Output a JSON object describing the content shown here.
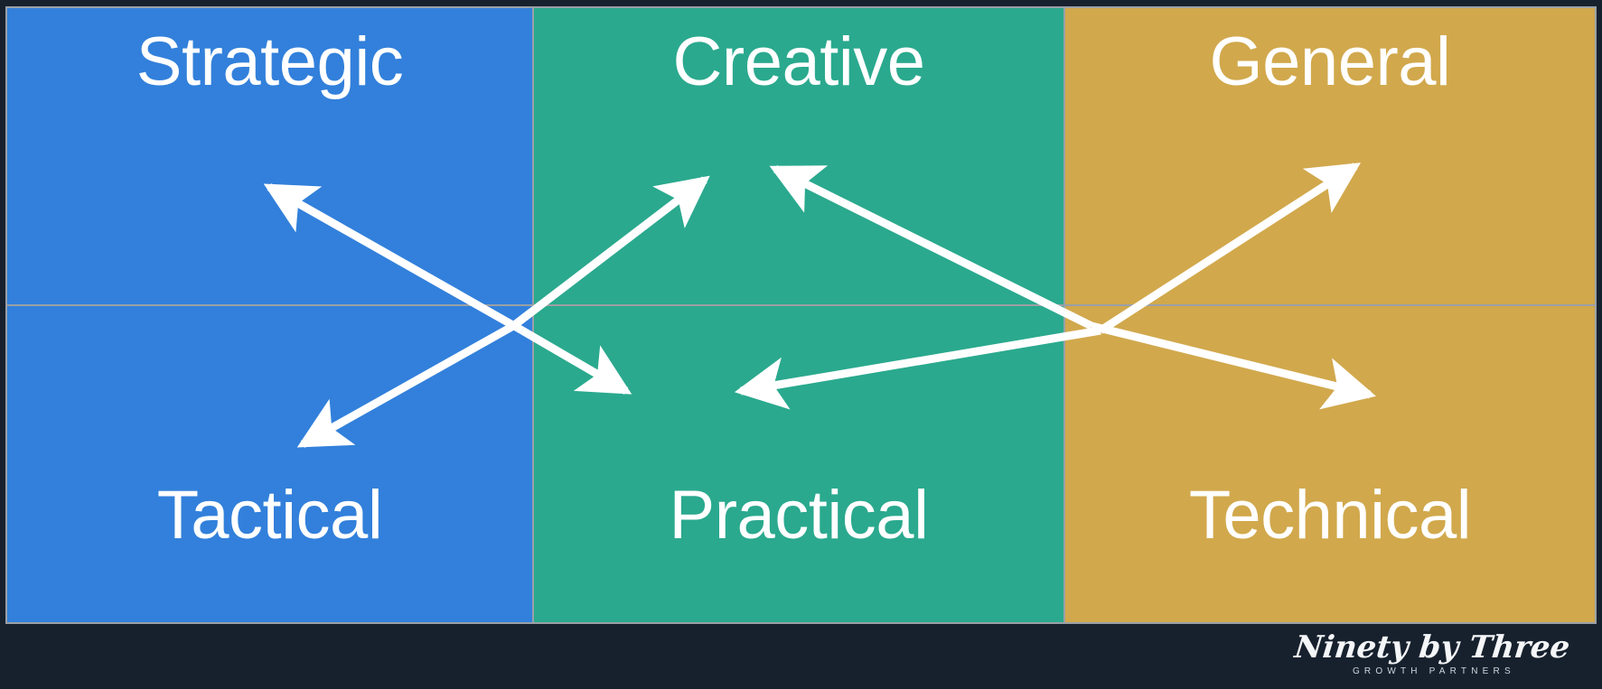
{
  "slide": {
    "title": "Strategic / Creative / General vs Tactical / Practical / Technical matrix",
    "background_color": "#17212e",
    "border_color": "#9aa0a6"
  },
  "matrix": {
    "columns": [
      {
        "key": "strategic-tactical",
        "color": "#3280db",
        "top_label": "Strategic",
        "bottom_label": "Tactical"
      },
      {
        "key": "creative-practical",
        "color": "#2aa98e",
        "top_label": "Creative",
        "bottom_label": "Practical"
      },
      {
        "key": "general-technical",
        "color": "#d1a84c",
        "top_label": "General",
        "bottom_label": "Technical"
      }
    ],
    "divider_color": "#9aa0a6",
    "arrow_color": "#ffffff",
    "arrows": [
      {
        "name": "arrow-tactical-to-strategic",
        "from": "lower-right",
        "to": "upper-left",
        "double_headed": true
      },
      {
        "name": "arrow-strategic-to-practical",
        "from": "upper-left",
        "to": "lower-right",
        "double_headed": true
      },
      {
        "name": "arrow-practical-to-creative",
        "from": "lower-left",
        "to": "upper-right",
        "double_headed": true
      },
      {
        "name": "arrow-creative-to-technical",
        "from": "upper-left",
        "to": "lower-right",
        "double_headed": true
      },
      {
        "name": "arrow-technical-to-general",
        "from": "lower-left",
        "to": "upper-right",
        "double_headed": true
      }
    ]
  },
  "brand": {
    "name": "Ninety by Three",
    "tagline": "GROWTH PARTNERS",
    "color": "#ffffff"
  }
}
